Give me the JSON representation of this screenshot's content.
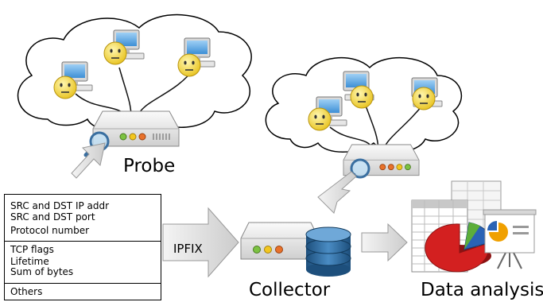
{
  "labels": {
    "probe": "Probe",
    "collector": "Collector",
    "data_analysis": "Data analysis",
    "ipfix": "IPFIX"
  },
  "flow_record": {
    "groups": [
      [
        "SRC and DST IP addr",
        "SRC and DST port",
        "Protocol number"
      ],
      [
        "TCP flags",
        "Lifetime",
        "Sum of bytes"
      ],
      [
        "Others"
      ]
    ]
  },
  "colors": {
    "cloud_stroke": "#000000",
    "device_body": "#e9e9e9",
    "led_green": "#7cc242",
    "led_yellow": "#f2c61f",
    "led_orange": "#e8712a",
    "database": "#2d6fa3",
    "arrow_fill": "#dedede",
    "smiley": "#f7dd3c"
  },
  "icons": [
    "cloud-icon",
    "computer-icon",
    "smiley-icon",
    "probe-device-icon",
    "magnifier-icon",
    "database-icon",
    "spreadsheet-icon",
    "pie-chart-icon",
    "presentation-icon"
  ]
}
